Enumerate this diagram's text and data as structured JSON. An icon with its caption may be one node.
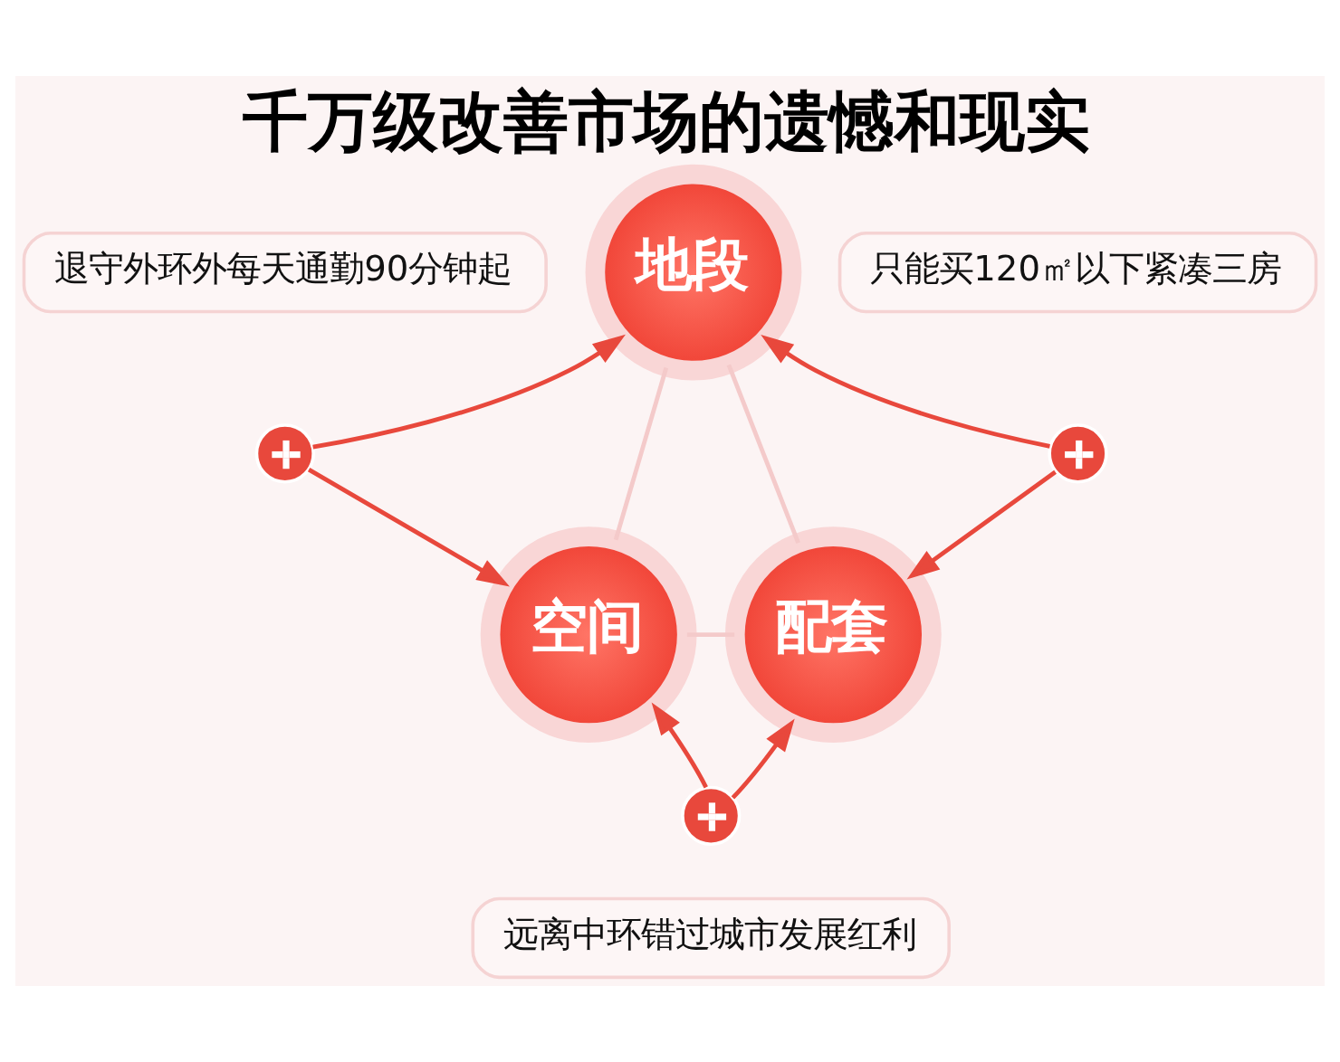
{
  "diagram": {
    "title": "千万级改善市场的遗憾和现实",
    "nodes": [
      {
        "text": [
          "地段"
        ]
      },
      {
        "text": [
          "退守外环外每天通勤90分钟起"
        ]
      },
      {
        "text": [],
        "shape": "circle"
      },
      {
        "text": [],
        "shape": "circle"
      },
      {
        "text": [
          "只能买120㎡以下紧凑三房"
        ]
      },
      {
        "text": [
          "空间"
        ]
      },
      {
        "text": [
          "配套"
        ]
      },
      {
        "text": [],
        "shape": "circle"
      },
      {
        "text": [
          "远离中环错过城市发展红利"
        ]
      }
    ],
    "edges": [
      {
        "from": 2,
        "to": 0,
        "arrow": "to"
      },
      {
        "from": 2,
        "to": 5,
        "arrow": "to"
      },
      {
        "from": 3,
        "to": 0,
        "arrow": "to"
      },
      {
        "from": 3,
        "to": 6,
        "arrow": "to"
      },
      {
        "from": 7,
        "to": 5,
        "arrow": "to"
      },
      {
        "from": 7,
        "to": 6,
        "arrow": "to"
      },
      {
        "from": 0,
        "to": 5,
        "arrow": "none",
        "color": "#f4caca"
      },
      {
        "from": 0,
        "to": 6,
        "arrow": "none",
        "color": "#f4caca"
      },
      {
        "from": 5,
        "to": 6,
        "arrow": "none",
        "color": "#f4caca"
      }
    ]
  }
}
